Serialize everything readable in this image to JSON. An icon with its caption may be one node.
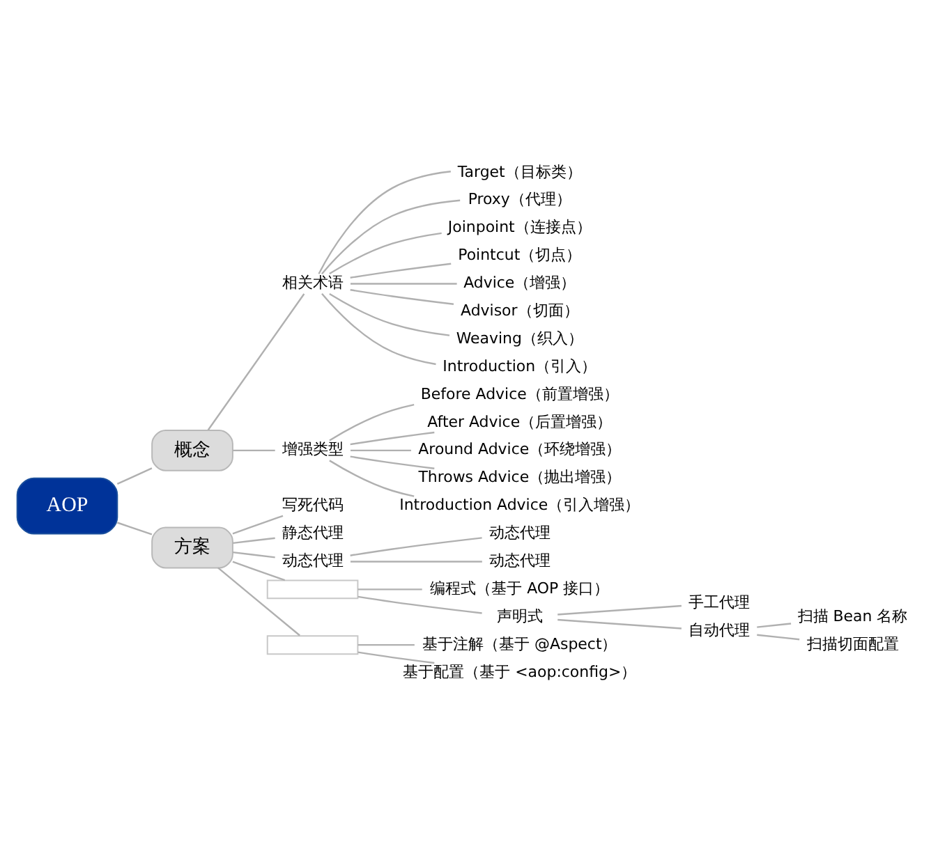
{
  "diagram": {
    "nodes": [
      {
        "text": [
          "AOP"
        ]
      },
      {
        "text": [
          "概念"
        ]
      },
      {
        "text": [
          "相关术语"
        ]
      },
      {
        "text": [
          "Target（目标类）"
        ]
      },
      {
        "text": [
          "Proxy（代理）"
        ]
      },
      {
        "text": [
          "Joinpoint（连接点）"
        ]
      },
      {
        "text": [
          "Pointcut（切点）"
        ]
      },
      {
        "text": [
          "Advice（增强）"
        ]
      },
      {
        "text": [
          "Advisor（切面）"
        ]
      },
      {
        "text": [
          "Weaving（织入）"
        ]
      },
      {
        "text": [
          "Introduction（引入）"
        ]
      },
      {
        "text": [
          "增强类型"
        ]
      },
      {
        "text": [
          "Before Advice（前置增强）"
        ]
      },
      {
        "text": [
          "After Advice（后置增强）"
        ]
      },
      {
        "text": [
          "Around Advice（环绕增强）"
        ]
      },
      {
        "text": [
          "Throws Advice（抛出增强）"
        ]
      },
      {
        "text": [
          "Introduction Advice（引入增强）"
        ]
      },
      {
        "text": [
          "方案"
        ]
      },
      {
        "text": [
          "写死代码"
        ]
      },
      {
        "text": [
          "静态代理"
        ]
      },
      {
        "text": [
          "动态代理"
        ]
      },
      {
        "text": [
          "动态代理"
        ]
      },
      {
        "text": [
          "动态代理"
        ]
      },
      {
        "text": [],
        "shape": "box"
      },
      {
        "text": [
          "编程式（基于 AOP 接口）"
        ]
      },
      {
        "text": [
          "声明式"
        ]
      },
      {
        "text": [
          "手工代理"
        ]
      },
      {
        "text": [
          "自动代理"
        ]
      },
      {
        "text": [
          "扫描 Bean 名称"
        ]
      },
      {
        "text": [
          "扫描切面配置"
        ]
      },
      {
        "text": [],
        "shape": "box"
      },
      {
        "text": [
          "基于注解（基于 @Aspect）"
        ]
      },
      {
        "text": [
          "基于配置（基于 <aop:config>）"
        ]
      }
    ],
    "edges": [
      {
        "from": 0,
        "to": 1,
        "arrow": "none"
      },
      {
        "from": 1,
        "to": 2,
        "arrow": "none"
      },
      {
        "from": 2,
        "to": 3,
        "arrow": "none"
      },
      {
        "from": 2,
        "to": 4,
        "arrow": "none"
      },
      {
        "from": 2,
        "to": 5,
        "arrow": "none"
      },
      {
        "from": 2,
        "to": 6,
        "arrow": "none"
      },
      {
        "from": 2,
        "to": 7,
        "arrow": "none"
      },
      {
        "from": 2,
        "to": 8,
        "arrow": "none"
      },
      {
        "from": 2,
        "to": 9,
        "arrow": "none"
      },
      {
        "from": 2,
        "to": 10,
        "arrow": "none"
      },
      {
        "from": 1,
        "to": 11,
        "arrow": "none"
      },
      {
        "from": 11,
        "to": 12,
        "arrow": "none"
      },
      {
        "from": 11,
        "to": 13,
        "arrow": "none"
      },
      {
        "from": 11,
        "to": 14,
        "arrow": "none"
      },
      {
        "from": 11,
        "to": 15,
        "arrow": "none"
      },
      {
        "from": 11,
        "to": 16,
        "arrow": "none"
      },
      {
        "from": 0,
        "to": 17,
        "arrow": "none"
      },
      {
        "from": 17,
        "to": 18,
        "arrow": "none"
      },
      {
        "from": 17,
        "to": 19,
        "arrow": "none"
      },
      {
        "from": 17,
        "to": 20,
        "arrow": "none"
      },
      {
        "from": 20,
        "to": 21,
        "arrow": "none"
      },
      {
        "from": 20,
        "to": 22,
        "arrow": "none"
      },
      {
        "from": 17,
        "to": 23,
        "arrow": "none"
      },
      {
        "from": 23,
        "to": 24,
        "arrow": "none"
      },
      {
        "from": 23,
        "to": 25,
        "arrow": "none"
      },
      {
        "from": 25,
        "to": 26,
        "arrow": "none"
      },
      {
        "from": 25,
        "to": 27,
        "arrow": "none"
      },
      {
        "from": 27,
        "to": 28,
        "arrow": "none"
      },
      {
        "from": 27,
        "to": 29,
        "arrow": "none"
      },
      {
        "from": 17,
        "to": 30,
        "arrow": "none"
      },
      {
        "from": 30,
        "to": 31,
        "arrow": "none"
      },
      {
        "from": 30,
        "to": 32,
        "arrow": "none"
      }
    ]
  }
}
